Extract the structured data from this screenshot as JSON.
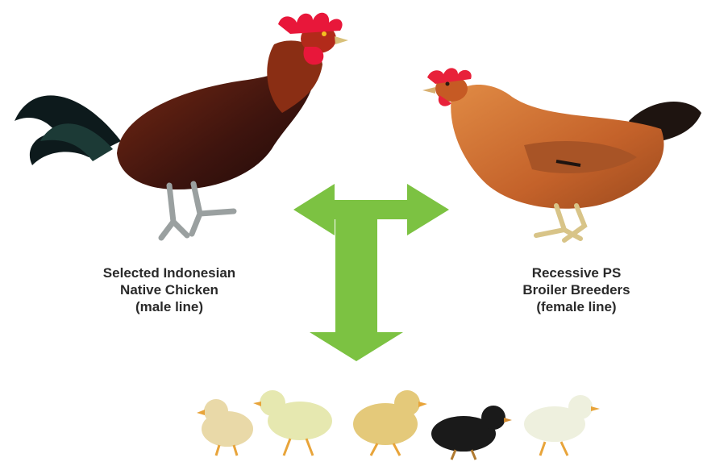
{
  "male_parent": {
    "label_lines": [
      "Selected Indonesian",
      "Native Chicken",
      "(male line)"
    ],
    "icon": "rooster-icon"
  },
  "female_parent": {
    "label_lines": [
      "Recessive PS",
      "Broiler Breeders",
      "(female line)"
    ],
    "icon": "hen-icon"
  },
  "cross_arrow": {
    "icon": "t-arrow-icon",
    "color": "#7cc242"
  },
  "offspring": {
    "icon": "chick-icon",
    "chicks": [
      {
        "color": "#e9d9a8"
      },
      {
        "color": "#e6e8b0"
      },
      {
        "color": "#e4c97a"
      },
      {
        "color": "#1a1a1a"
      },
      {
        "color": "#eef0de"
      }
    ]
  },
  "colors": {
    "rooster_body": "#4a1a12",
    "rooster_comb": "#e8173a",
    "hen_body": "#c8652a",
    "hen_comb": "#e8213a",
    "arrow": "#7cc242"
  }
}
